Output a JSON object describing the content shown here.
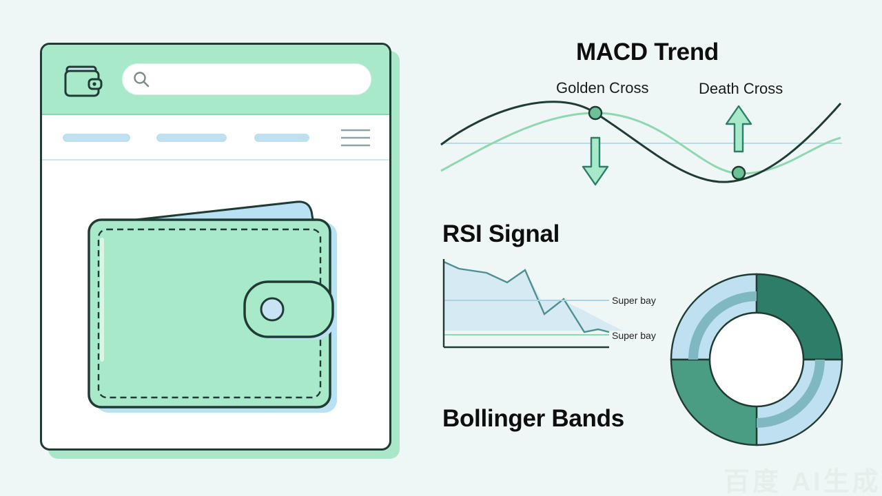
{
  "search": {
    "placeholder": "",
    "value": ""
  },
  "icons": {
    "app_logo": "wallet-icon",
    "search": "search-icon",
    "menu": "hamburger-menu-icon",
    "hero": "wallet-illustration"
  },
  "nav": {
    "items": [
      {
        "label": ""
      },
      {
        "label": ""
      },
      {
        "label": ""
      }
    ]
  },
  "indicators": {
    "macd": {
      "title": "MACD Trend",
      "golden_cross_label": "Golden Cross",
      "death_cross_label": "Death Cross"
    },
    "rsi": {
      "title": "RSI Signal",
      "upper_label": "Super bay",
      "lower_label": "Super bay"
    },
    "bollinger": {
      "title": "Bollinger Bands"
    }
  },
  "colors": {
    "background": "#eef7f5",
    "mint": "#a7e9c9",
    "outline": "#1f3b34",
    "pale_blue": "#bfe0f0",
    "dark_green": "#2e7d68",
    "line_green": "#8fd7b1"
  },
  "watermark": "百度 AI生成"
}
